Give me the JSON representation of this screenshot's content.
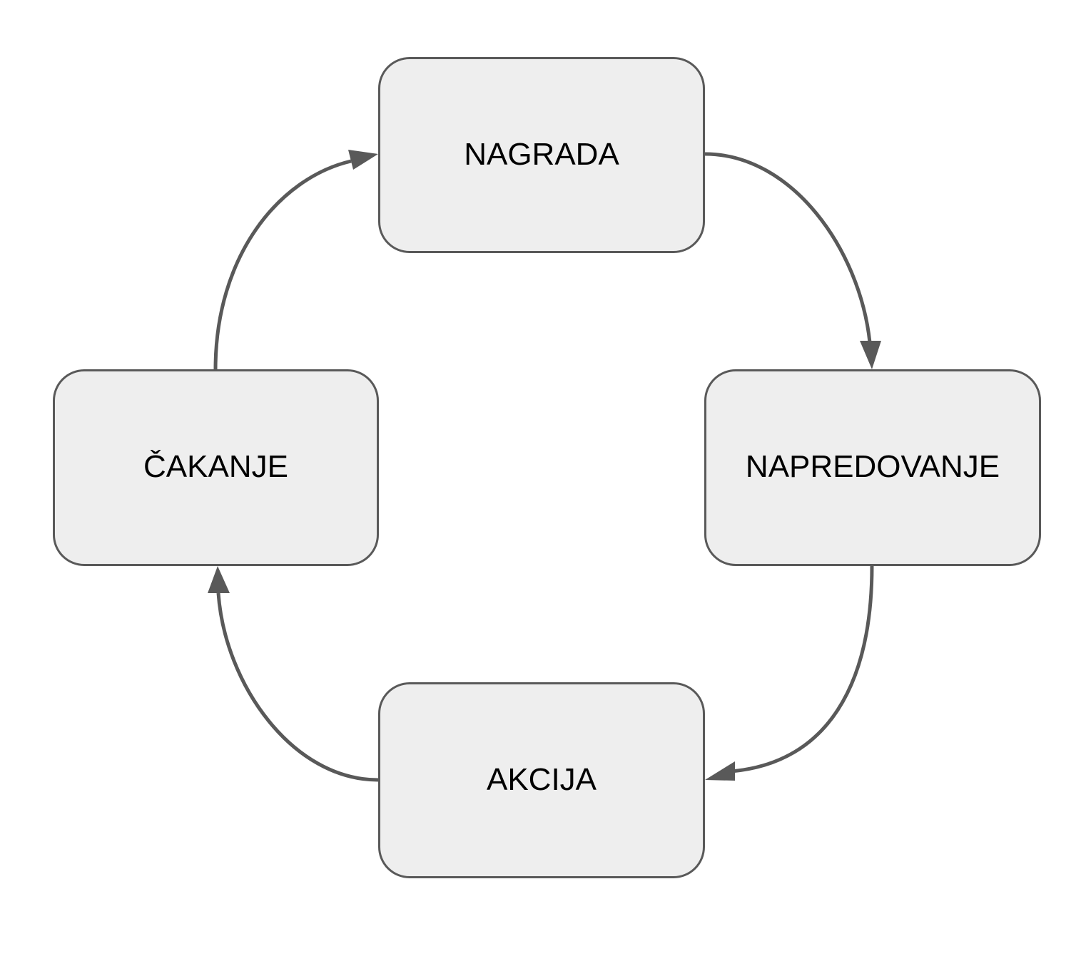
{
  "diagram": {
    "type": "cycle",
    "colors": {
      "node_fill": "#eeeeee",
      "node_border": "#595959",
      "arrow": "#595959",
      "text": "#000000",
      "background": "#ffffff"
    },
    "nodes": {
      "nagrada": {
        "label": "NAGRADA"
      },
      "napredovanje": {
        "label": "NAPREDOVANJE"
      },
      "akcija": {
        "label": "AKCIJA"
      },
      "cekanje": {
        "label": "ČAKANJE"
      }
    },
    "edges": [
      {
        "from": "NAGRADA",
        "to": "NAPREDOVANJE"
      },
      {
        "from": "NAPREDOVANJE",
        "to": "AKCIJA"
      },
      {
        "from": "AKCIJA",
        "to": "ČAKANJE"
      },
      {
        "from": "ČAKANJE",
        "to": "NAGRADA"
      }
    ]
  }
}
